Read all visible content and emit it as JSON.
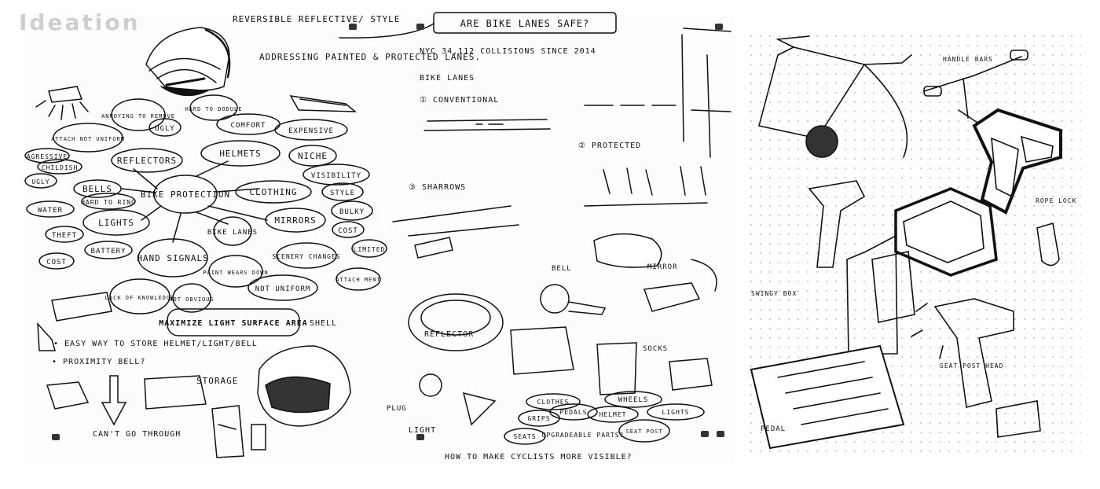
{
  "title": "Ideation",
  "page1": {
    "helmet_note": "REVERSIBLE REFLECTIVE/ STYLE",
    "addressing_note": "ADDRESSING PAINTED & PROTECTED LANES.",
    "center": "BIKE PROTECTION",
    "nodes": {
      "reflectors": "REFLECTORS",
      "helmets": "HELMETS",
      "clothing": "CLOTHING",
      "mirrors": "MIRRORS",
      "bike_lanes": "BIKE LANES",
      "hand_signals": "HAND SIGNALS",
      "lights": "LIGHTS",
      "bells": "BELLS",
      "annoying": "ANNOYING TO REMOVE",
      "attach": "ATTACH NOT UNIFORM",
      "ugly1": "UGLY",
      "hard_to_dodule": "HARD TO DODULE",
      "comfort": "COMFORT",
      "expensive": "EXPENSIVE",
      "niche": "NICHE",
      "visibility": "VISIBILITY",
      "style": "STYLE",
      "bulky": "BULKY",
      "cost1": "COST",
      "limited": "LIMITED",
      "attach_ment": "ATTACH MENT",
      "scenery": "SCENERY CHANGES",
      "paint": "PAINT WEARS DOWN",
      "not_uniform": "NOT UNIFORM",
      "not_obvious": "NOT OBVIOUS",
      "lack": "LACK OF KNOWLEDGE",
      "battery": "BATTERY",
      "cost2": "COST",
      "theft": "THEFT",
      "water": "WATER",
      "hard_to_ring": "HARD TO RING",
      "ugly2": "UGLY",
      "childish": "CHILDISH",
      "agressive": "AGRESSIVE"
    },
    "maximize": "MAXIMIZE LIGHT SURFACE AREA",
    "shell": "SHELL",
    "note_easy": "• EASY WAY TO STORE HELMET/LIGHT/BELL",
    "note_proximity": "• PROXIMITY BELL?",
    "storage": "STORAGE",
    "cant_go": "CAN'T GO THROUGH"
  },
  "page2": {
    "question": "ARE BIKE LANES SAFE?",
    "nyc": "NYC  34,112  COLLISIONS  SINCE  2014",
    "bike_lanes": "BIKE  LANES",
    "conventional": "① CONVENTIONAL",
    "protected": "② PROTECTED",
    "sharrows": "③ SHARROWS",
    "bell": "BELL",
    "mirror": "MIRROR",
    "reflector": "REFLECTOR",
    "socks": "SOCKS",
    "plug": "PLUG",
    "light": "LIGHT",
    "parts": {
      "clothes": "CLOTHES",
      "wheels": "WHEELS",
      "pedals": "PEDALS",
      "grips": "GRIPS",
      "helmet": "HELMET",
      "lights": "LIGHTS",
      "seats": "SEATS",
      "seat_post": "SEAT POST"
    },
    "upgradeable": "UPGRADEABLE PARTS?",
    "how_to": "HOW TO MAKE CYCLISTS MORE VISIBLE?"
  },
  "page3": {
    "handle_bars": "HANDLE BARS",
    "rope_lock": "ROPE LOCK",
    "swingy_box": "SWINGY BOX",
    "seat_post_head": "SEAT POST HEAD",
    "pedal": "PEDAL"
  }
}
